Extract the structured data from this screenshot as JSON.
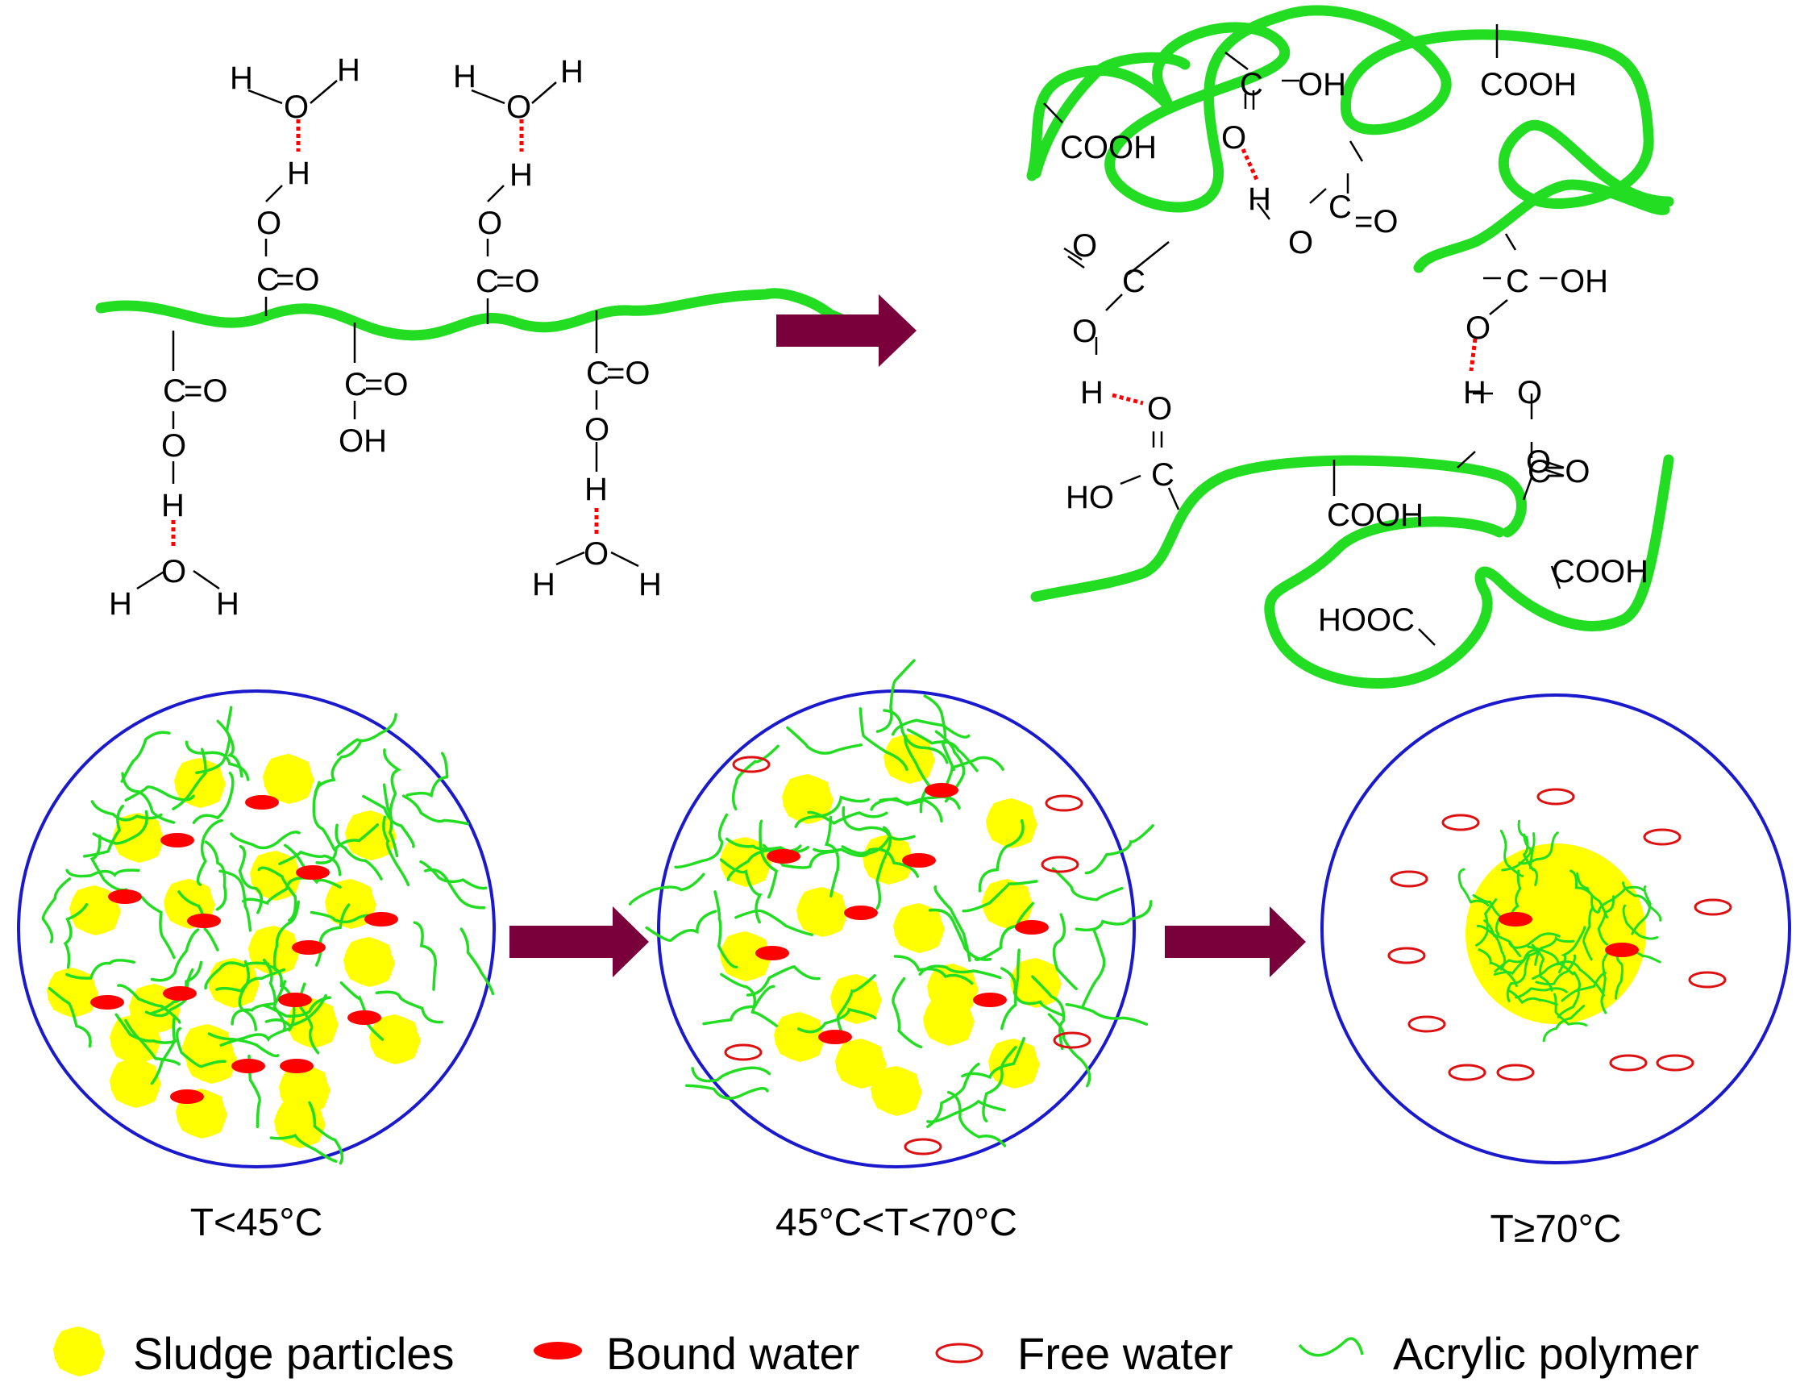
{
  "colors": {
    "polymer": "#22dd22",
    "sludge": "#ffff00",
    "bound_water": "#ff0000",
    "free_water": "#dd1111",
    "hbond": "#ff0000",
    "arrow": "#7a003c",
    "circle": "#1a1acc"
  },
  "scenes": [
    {
      "caption": "T<45°C"
    },
    {
      "caption": "45°C<T<70°C"
    },
    {
      "caption": "T≥70°C"
    }
  ],
  "legend": {
    "sludge": "Sludge particles",
    "bound": "Bound water",
    "free": "Free water",
    "polymer": "Acrylic polymer"
  },
  "top_left": {
    "atoms": [
      "H",
      "O",
      "H",
      "H",
      "O",
      "C",
      "=O",
      "H",
      "O",
      "H",
      "H",
      "O",
      "C",
      "=O",
      "C",
      "=O",
      "O",
      "H",
      "H",
      "O",
      "H",
      "C",
      "=O",
      "OH",
      "C",
      "=O",
      "O",
      "H",
      "H",
      "O",
      "H"
    ]
  },
  "top_right": {
    "labels": [
      "COOH",
      "C",
      "OH",
      "O",
      "COOH",
      "H",
      "C",
      "=O",
      "O",
      "O",
      "C",
      "O",
      "C",
      "OH",
      "O",
      "H",
      "O",
      "H",
      "O",
      "O",
      "C",
      "HO",
      "C",
      "=O",
      "COOH",
      "COOH",
      "HOOC"
    ]
  }
}
